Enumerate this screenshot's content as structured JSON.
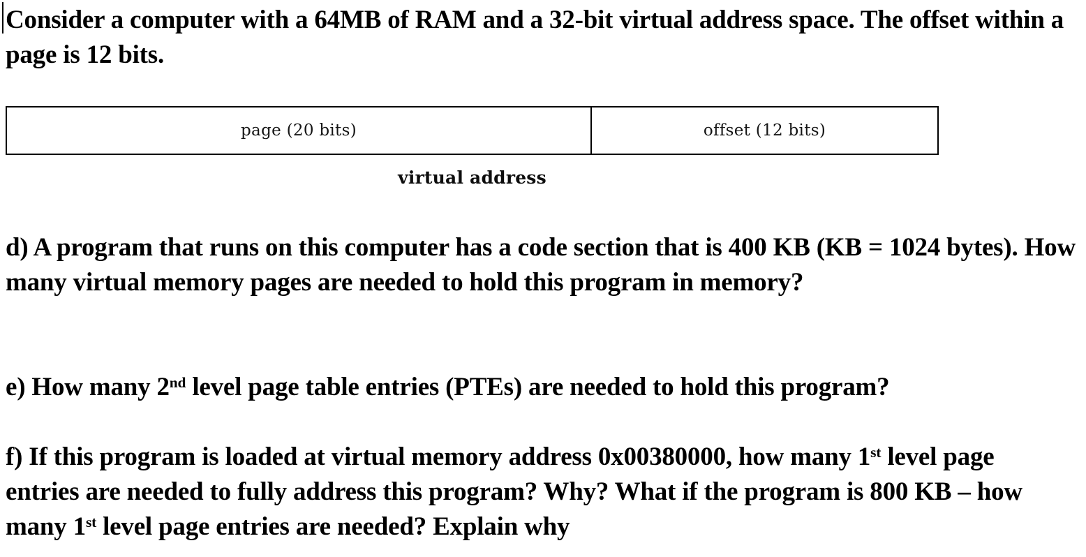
{
  "document": {
    "type": "exam-question",
    "caret_visible": true,
    "background_color": "#ffffff",
    "text_color": "#000000"
  },
  "intro": {
    "text": "Consider a computer with a 64MB of RAM and a 32-bit virtual address space. The offset within a page is 12 bits."
  },
  "diagram": {
    "name": "virtual-address-layout",
    "caption": "virtual address",
    "fields": [
      {
        "label": "page (20 bits)",
        "name": "page",
        "bits": 20
      },
      {
        "label": "offset (12 bits)",
        "name": "offset",
        "bits": 12
      }
    ],
    "total_bits": 32,
    "border_color": "#000000"
  },
  "questions": {
    "d": {
      "letter": "d)",
      "part1": "d) A program that runs on this computer has a code section that is 400 KB (KB = 1024 bytes).  How many virtual memory pages are needed to hold this program in memory?"
    },
    "e": {
      "letter": "e)",
      "before_sup": "e) How many 2",
      "sup": "nd",
      "after_sup": " level page table entries (PTEs) are needed to hold this program?"
    },
    "f": {
      "letter": "f)",
      "seg1": "f) If this program is loaded at virtual memory address 0x00380000, how many 1",
      "sup1": "st",
      "seg2": " level page entries are needed to fully address this program? Why?  What if the program is 800 KB – how many 1",
      "sup2": "st",
      "seg3": " level page entries are needed? Explain why"
    }
  },
  "values": {
    "ram": "64MB",
    "address_space_bits": "32-bit",
    "offset_bits": "12 bits",
    "page_bits": "20 bits",
    "code_section_size": "400 KB",
    "kb_definition": "1024 bytes",
    "load_address": "0x00380000",
    "alternate_program_size": "800 KB"
  }
}
